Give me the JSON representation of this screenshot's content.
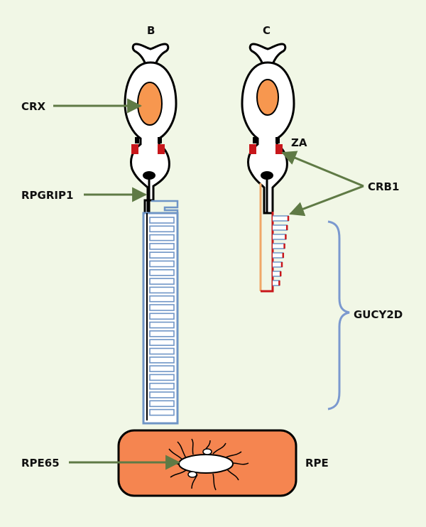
{
  "labels": {
    "panel_b": "B",
    "panel_c": "C",
    "crx": "CRX",
    "rpgrip1": "RPGRIP1",
    "za": "ZA",
    "crb1": "CRB1",
    "gucy2d": "GUCY2D",
    "rpe65": "RPE65",
    "rpe": "RPE"
  },
  "colors": {
    "background": "#f1f7e6",
    "arrow": "#5f7a45",
    "nucleus": "#f7974f",
    "rpe_cell": "#f58550",
    "outer_segment": "#6f95c6",
    "junction": "#c8171b",
    "brace": "#7b99cf",
    "cilium_c": "#f0a868"
  }
}
